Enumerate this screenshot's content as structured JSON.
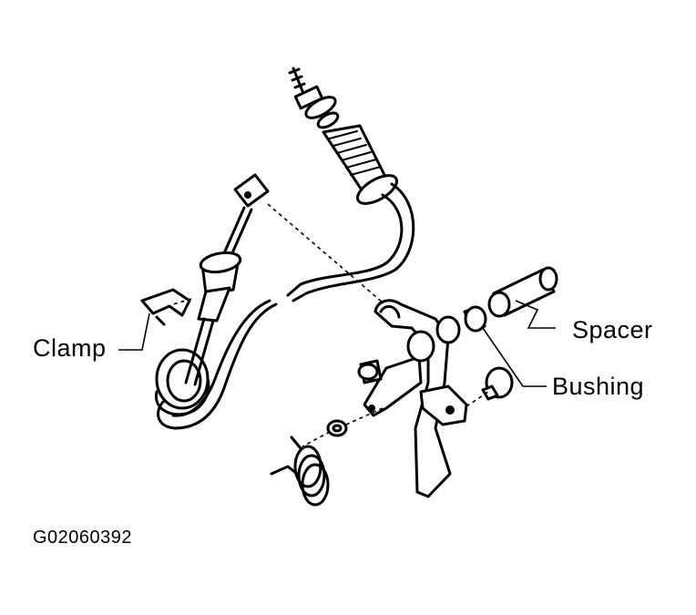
{
  "labels": {
    "clamp": "Clamp",
    "spacer": "Spacer",
    "bushing": "Bushing"
  },
  "figure_code": "G02060392"
}
